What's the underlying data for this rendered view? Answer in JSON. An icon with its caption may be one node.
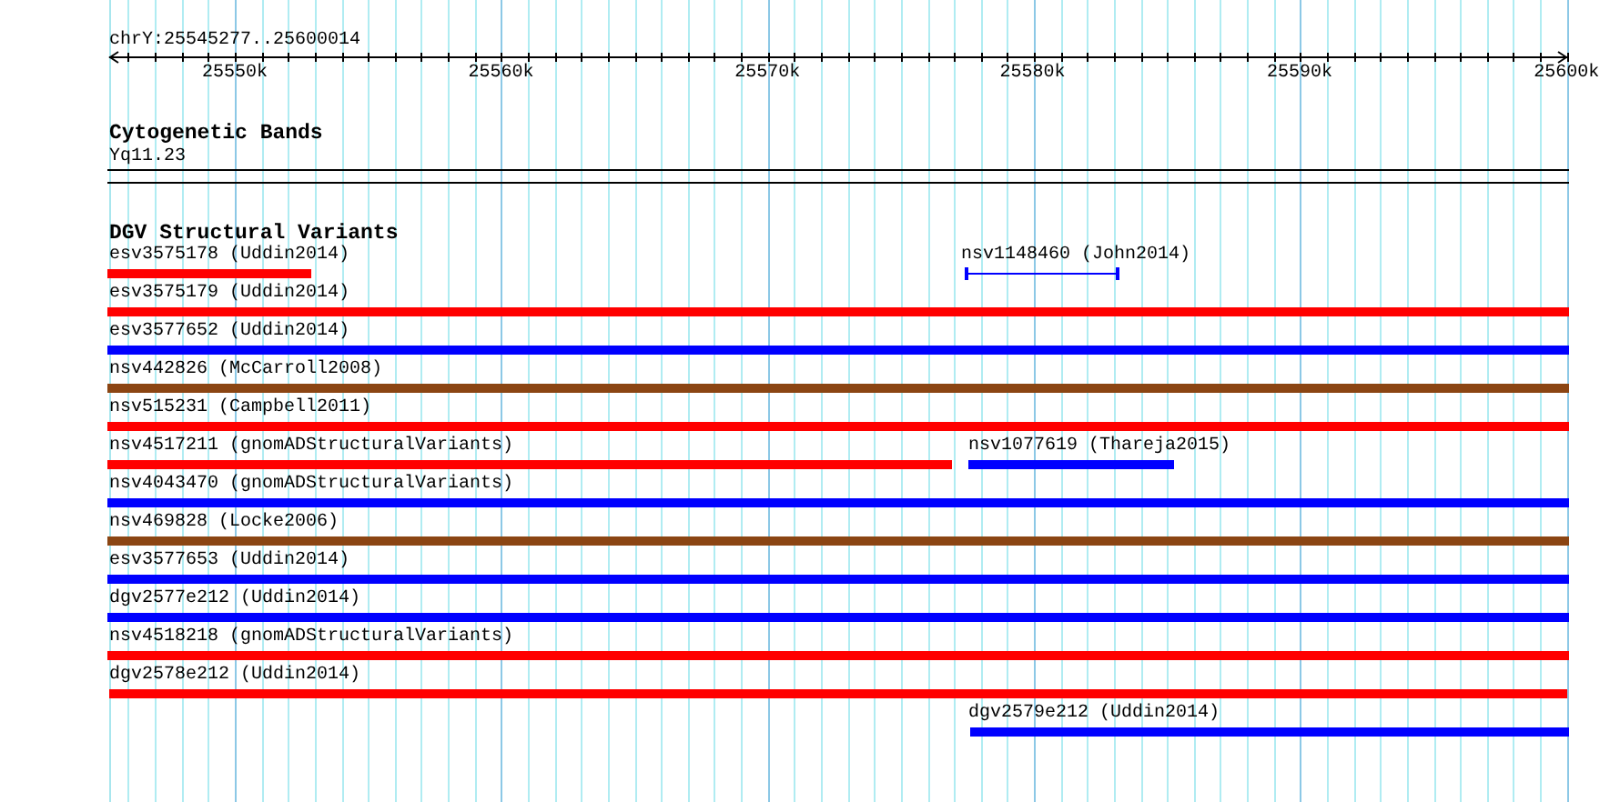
{
  "diagram": {
    "labels": [
      "chrY:25545277..25600014",
      "25550k",
      "25560k",
      "25570k",
      "25580k",
      "25590k",
      "25600k",
      "Cytogenetic Bands",
      "Yq11.23",
      "DGV Structural Variants",
      "esv3575178 (Uddin2014)",
      "nsv1148460 (John2014)",
      "esv3575179 (Uddin2014)",
      "esv3577652 (Uddin2014)",
      "nsv442826 (McCarroll2008)",
      "nsv515231 (Campbell2011)",
      "nsv4517211 (gnomADStructuralVariants)",
      "nsv1077619 (Thareja2015)",
      "nsv4043470 (gnomADStructuralVariants)",
      "nsv469828 (Locke2006)",
      "esv3577653 (Uddin2014)",
      "dgv2577e212 (Uddin2014)",
      "nsv4518218 (gnomADStructuralVariants)",
      "dgv2578e212 (Uddin2014)",
      "dgv2579e212 (Uddin2014)"
    ]
  }
}
